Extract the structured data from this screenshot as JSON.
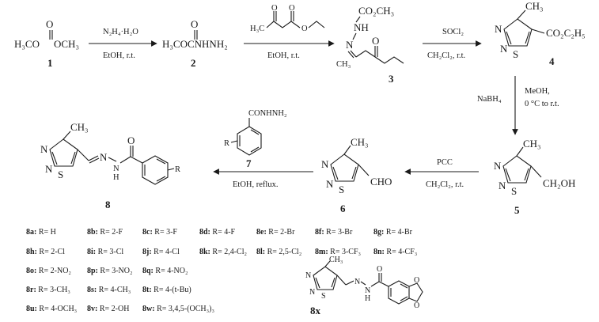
{
  "compounds": {
    "c1": {
      "num": "1",
      "left": "H₃CO",
      "right": "OCH₃",
      "o": "O"
    },
    "c2": {
      "num": "2",
      "formula": "H₃COCNHNH₂",
      "o": "O"
    },
    "c3": {
      "num": "3",
      "top": "CO₂CH₃",
      "nh": "NH",
      "n": "N",
      "me": "CH₃",
      "o": "O"
    },
    "c4": {
      "num": "4",
      "me": "CH₃",
      "ester": "CO₂C₂H₅",
      "n1": "N",
      "n2": "N",
      "s": "S"
    },
    "c5": {
      "num": "5",
      "me": "CH₃",
      "sub": "CH₂OH",
      "n1": "N",
      "n2": "N",
      "s": "S"
    },
    "c6": {
      "num": "6",
      "me": "CH₃",
      "sub": "CHO",
      "n1": "N",
      "n2": "N",
      "s": "S"
    },
    "c7": {
      "num": "7",
      "top": "CONHNH₂",
      "r": "R"
    },
    "c8": {
      "num": "8",
      "me": "CH₃",
      "n1": "N",
      "n2": "N",
      "s": "S",
      "nh": "N",
      "h": "H",
      "o": "O",
      "r": "R"
    },
    "c8x": {
      "num": "8x",
      "me": "CH₃",
      "n1": "N",
      "n2": "N",
      "s": "S",
      "nh": "N",
      "h": "H",
      "o": "O"
    }
  },
  "reagents": {
    "r1_top": "N₂H₄·H₂O",
    "r1_bottom": "EtOH, r.t.",
    "r2_bottom": "EtOH,  r.t.",
    "r3_top": "SOCl₂",
    "r3_bottom": "CH₂Cl₂,  r.t.",
    "r4_left": "NaBH₄",
    "r4_right1": "MeOH,",
    "r4_right2": "0 °C to  r.t.",
    "r5_top": "PCC",
    "r5_bottom": "CH₂Cl₂,  r.t.",
    "r6_bottom": "EtOH,  reflux."
  },
  "substituents": [
    {
      "id": "8a",
      "text": "R= H"
    },
    {
      "id": "8b",
      "text": "R= 2-F"
    },
    {
      "id": "8c",
      "text": "R= 3-F"
    },
    {
      "id": "8d",
      "text": "R= 4-F"
    },
    {
      "id": "8e",
      "text": "R= 2-Br"
    },
    {
      "id": "8f",
      "text": "R= 3-Br"
    },
    {
      "id": "8g",
      "text": "R= 4-Br"
    },
    {
      "id": "8h",
      "text": "R= 2-Cl"
    },
    {
      "id": "8i",
      "text": "R= 3-Cl"
    },
    {
      "id": "8j",
      "text": "R= 4-Cl"
    },
    {
      "id": "8k",
      "text": "R= 2,4-Cl₂"
    },
    {
      "id": "8l",
      "text": "R= 2,5-Cl₂"
    },
    {
      "id": "8m",
      "text": "R= 3-CF₃"
    },
    {
      "id": "8n",
      "text": "R= 4-CF₃"
    },
    {
      "id": "8o",
      "text": "R= 2-NO₂"
    },
    {
      "id": "8p",
      "text": "R= 3-NO₂"
    },
    {
      "id": "8q",
      "text": "R= 4-NO₂"
    },
    {
      "id": "8r",
      "text": "R= 3-CH₃"
    },
    {
      "id": "8s",
      "text": "R= 4-CH₃"
    },
    {
      "id": "8t",
      "text": "R= 4-(t-Bu)"
    },
    {
      "id": "8u",
      "text": "R= 4-OCH₃"
    },
    {
      "id": "8v",
      "text": "R= 2-OH"
    },
    {
      "id": "8w",
      "text": "R= 3,4,5-(OCH₃)₃"
    }
  ]
}
